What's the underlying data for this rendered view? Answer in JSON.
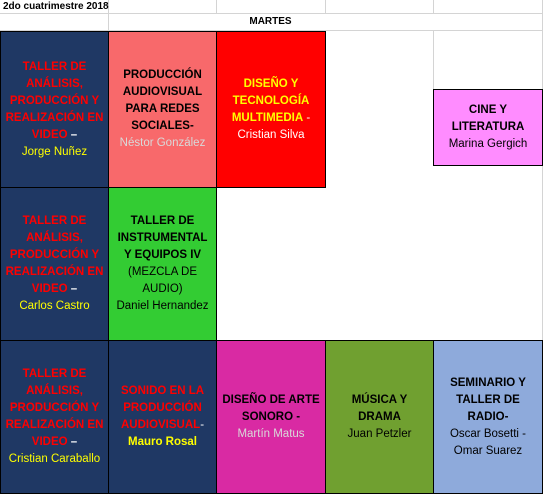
{
  "header": {
    "title": "2do cuatrimestre 2018",
    "day": "MARTES"
  },
  "row1": {
    "c1": {
      "title": "TALLER DE ANÁLISIS, PRODUCCIÓN Y REALIZACIÓN EN VIDEO",
      "sep": " –",
      "person": "Jorge Nuñez"
    },
    "c2": {
      "title": "PRODUCCIÓN AUDIOVISUAL PARA REDES SOCIALES-",
      "person": "Néstor González"
    },
    "c3": {
      "title": "DISEÑO Y TECNOLOGÍA MULTIMEDIA",
      "sep": " -",
      "person": "Cristian Silva"
    },
    "c6": {
      "title": "CINE Y LITERATURA",
      "person": "Marina Gergich"
    }
  },
  "row2": {
    "c1": {
      "title": "TALLER DE ANÁLISIS, PRODUCCIÓN Y REALIZACIÓN EN VIDEO",
      "sep": " –",
      "person": "Carlos Castro"
    },
    "c2": {
      "title": "TALLER DE INSTRUMENTAL Y EQUIPOS IV",
      "note": "(MEZCLA DE AUDIO)",
      "person": "Daniel Hernandez"
    }
  },
  "row3": {
    "c1": {
      "title": "TALLER DE ANÁLISIS, PRODUCCIÓN Y REALIZACIÓN EN VIDEO",
      "sep": " –",
      "person": "Cristian Caraballo"
    },
    "c2": {
      "title": "SONIDO EN LA PRODUCCIÓN AUDIOVISUAL",
      "sep": "-",
      "person": "Mauro Rosal"
    },
    "c3": {
      "title": "DISEÑO DE ARTE SONORO -",
      "person": "Martín Matus"
    },
    "c4": {
      "title": "MÚSICA Y DRAMA",
      "person": "Juan Petzler"
    },
    "c5": {
      "title": "SEMINARIO Y TALLER DE RADIO-",
      "person": "Oscar Bosetti - Omar Suarez"
    }
  },
  "colors": {
    "navy": "#1f3864",
    "salmon": "#f8696b",
    "red": "#ff0000",
    "pink": "#ff8cff",
    "green": "#33cc33",
    "magenta": "#d92aa3",
    "olive": "#70a030",
    "lightblue": "#8eaadb",
    "text_red": "#ff0000",
    "text_yellow": "#ffff00"
  }
}
